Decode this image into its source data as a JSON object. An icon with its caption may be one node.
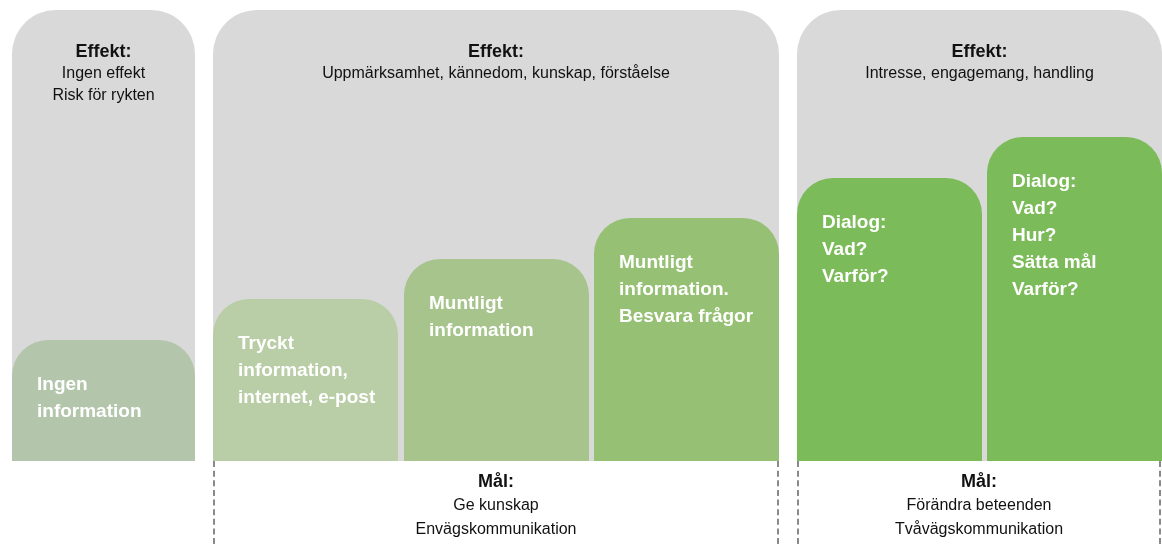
{
  "diagram": {
    "nodes": [
      {
        "text": [
          "Effekt:",
          "Ingen effekt",
          "Risk för rykten"
        ]
      },
      {
        "text": [
          "Ingen information"
        ],
        "in": 0
      },
      {
        "text": [
          "Effekt:",
          "Uppmärksamhet, kännedom, kunskap, förståelse"
        ]
      },
      {
        "text": [
          "Tryckt information, internet, e-post"
        ],
        "in": 2
      },
      {
        "text": [
          "Muntligt information"
        ],
        "in": 2
      },
      {
        "text": [
          "Muntligt information. Besvara frågor"
        ],
        "in": 2
      },
      {
        "text": [
          "Effekt:",
          "Intresse, engagemang, handling"
        ]
      },
      {
        "text": [
          "Dialog:",
          "Vad?",
          "Varför?"
        ],
        "in": 6
      },
      {
        "text": [
          "Dialog:",
          "Vad?",
          "Hur?",
          "Sätta mål",
          "Varför?"
        ],
        "in": 6
      },
      {
        "text": [
          "Mål:",
          "Ge kunskap",
          "Envägskommunikation"
        ]
      },
      {
        "text": [
          "Mål:",
          "Förändra beteenden",
          "Tvåvägskommunikation"
        ]
      }
    ]
  }
}
